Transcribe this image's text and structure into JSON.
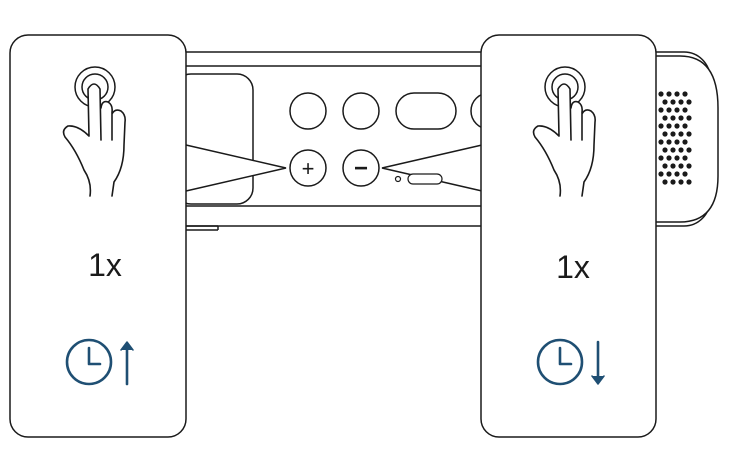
{
  "left_panel": {
    "button_symbol": "+",
    "press_count": "1x",
    "action": "timer-increase",
    "icon": "clock-arrow-up-icon"
  },
  "right_panel": {
    "button_symbol": "−",
    "press_count": "1x",
    "action": "timer-decrease",
    "icon": "clock-arrow-down-icon"
  },
  "colors": {
    "outline": "#1a1a1a",
    "accent": "#1f4f73",
    "background": "#ffffff"
  }
}
